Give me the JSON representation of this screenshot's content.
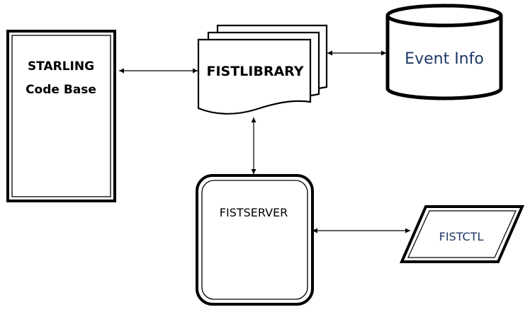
{
  "nodes": {
    "starling": {
      "line1": "STARLING",
      "line2": "Code Base"
    },
    "fistlibrary": {
      "label": "FISTLIBRARY"
    },
    "eventinfo": {
      "label": "Event Info"
    },
    "fistserver": {
      "label": "FISTSERVER"
    },
    "fistctl": {
      "label": "FISTCTL"
    }
  },
  "colors": {
    "stroke": "#000000",
    "fill": "#ffffff",
    "accent_text": "#1f3864"
  },
  "connections": [
    {
      "from": "STARLING Code Base",
      "to": "FISTLIBRARY",
      "bidirectional": true
    },
    {
      "from": "FISTLIBRARY",
      "to": "Event Info",
      "bidirectional": true
    },
    {
      "from": "FISTLIBRARY",
      "to": "FISTSERVER",
      "bidirectional": true
    },
    {
      "from": "FISTSERVER",
      "to": "FISTCTL",
      "bidirectional": true
    }
  ]
}
